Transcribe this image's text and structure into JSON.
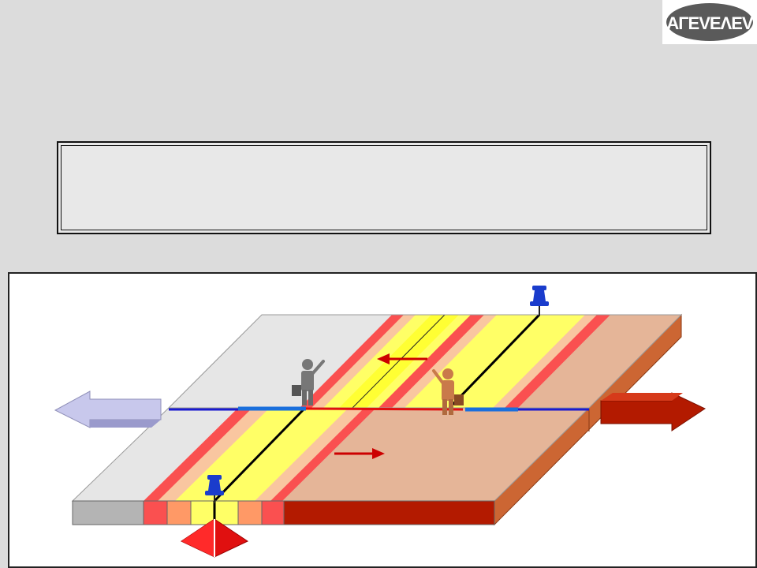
{
  "logo": {
    "text": "AΓEVEΛEV",
    "icon": "brand-logo-oval"
  },
  "title_box": {
    "text": ""
  },
  "diagram": {
    "icons": [
      "pushpin-icon",
      "person-waving-icon",
      "briefcase-icon",
      "arrow-left-icon",
      "arrow-right-icon",
      "red-diamond-marker"
    ],
    "colors": {
      "plate_grey": "#e6e6e6",
      "plate_tan": "#e5b598",
      "side_tan": "#cc6633",
      "front_dark_red": "#b31a00",
      "band_red": "#fa5050",
      "band_salmon": "#ff9966",
      "band_peach": "#f9c6a0",
      "band_yellow": "#ffff66",
      "pin_blue": "#1a3ccc",
      "line_blue": "#1a6fdc",
      "line_red": "#e01010",
      "arrow_left_fill": "#c8c8ec",
      "arrow_right_fill": "#b31a00",
      "person_grey": "#777777",
      "person_tan": "#c97a4a"
    }
  }
}
